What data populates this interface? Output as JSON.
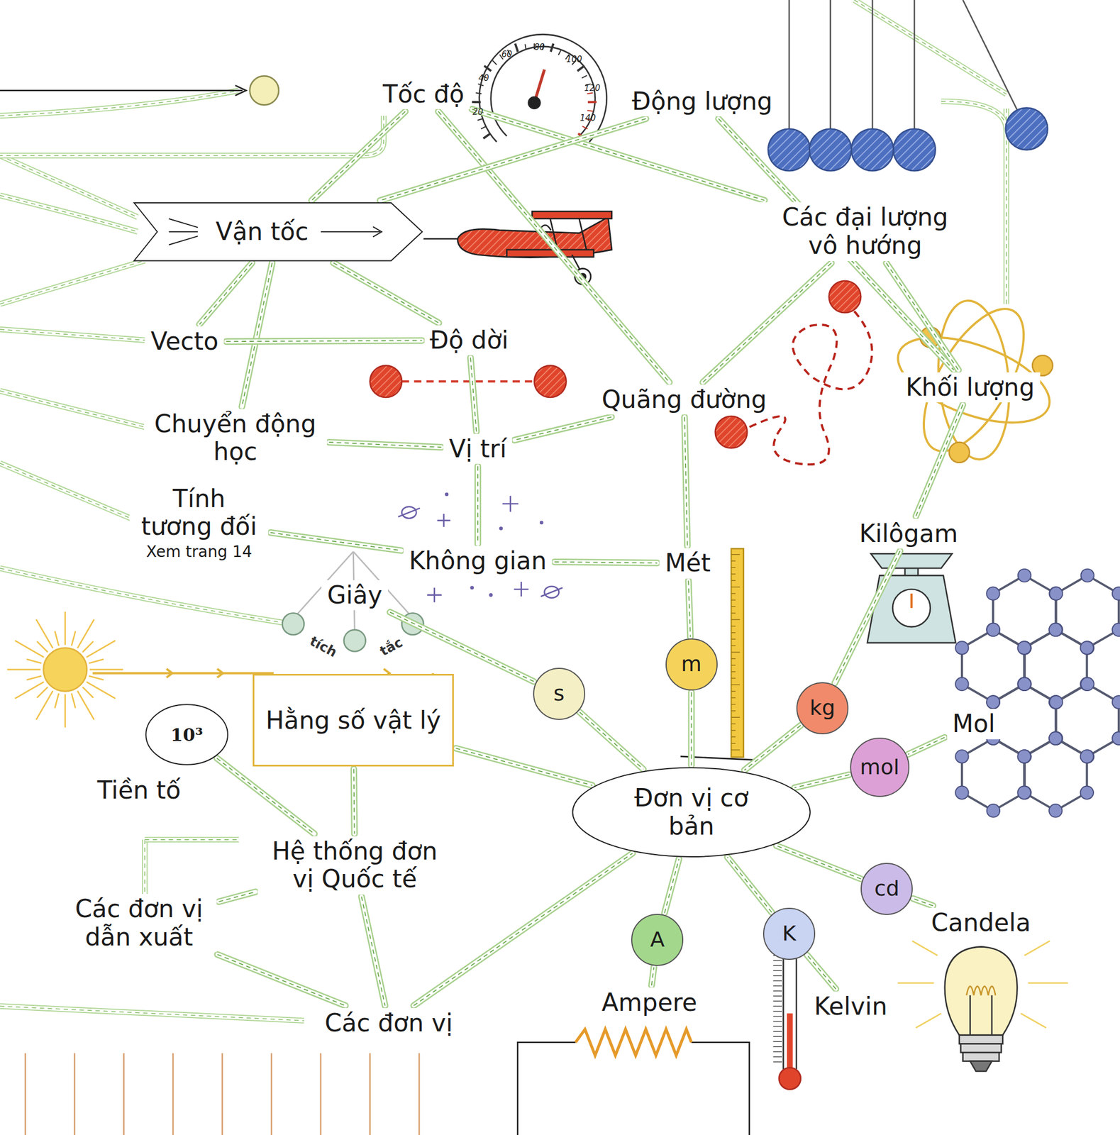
{
  "diagram": {
    "nodes": [
      {
        "text": [
          "Tốc độ"
        ]
      },
      {
        "text": [
          "Động lượng"
        ]
      },
      {
        "text": [
          "Vận tốc"
        ]
      },
      {
        "text": [
          "Các đại lượng vô hướng"
        ]
      },
      {
        "text": [
          "Vecto"
        ]
      },
      {
        "text": [
          "Độ dời"
        ]
      },
      {
        "text": [
          "Quãng đường"
        ]
      },
      {
        "text": [
          "Khối lượng"
        ]
      },
      {
        "text": [
          "Chuyển động học"
        ]
      },
      {
        "text": [
          "Vị trí"
        ]
      },
      {
        "text": [
          "Tính tương đối",
          "Xem trang 14"
        ]
      },
      {
        "text": [
          "Không gian"
        ]
      },
      {
        "text": [
          "Mét"
        ]
      },
      {
        "text": [
          "Kilôgam"
        ]
      },
      {
        "text": [
          "Giây"
        ]
      },
      {
        "text": [
          "Hằng số vật lý"
        ]
      },
      {
        "text": [
          "Mol"
        ]
      },
      {
        "text": [
          "10³",
          "Tiền tố"
        ]
      },
      {
        "text": [
          "s"
        ]
      },
      {
        "text": [
          "m"
        ]
      },
      {
        "text": [
          "kg"
        ]
      },
      {
        "text": [
          "mol"
        ]
      },
      {
        "text": [
          "Đơn vị cơ bản"
        ]
      },
      {
        "text": [
          "Hệ thống đơn vị Quốc tế"
        ]
      },
      {
        "text": [
          "cd"
        ]
      },
      {
        "text": [
          "A"
        ]
      },
      {
        "text": [
          "K"
        ]
      },
      {
        "text": [
          "Các đơn vị dẫn xuất"
        ]
      },
      {
        "text": [
          "Candela"
        ]
      },
      {
        "text": [
          "Ampere"
        ]
      },
      {
        "text": [
          "Kelvin"
        ]
      },
      {
        "text": [
          "Các đơn vị"
        ]
      }
    ],
    "edges": [
      {
        "from": 0,
        "to": 2,
        "arrow": "none"
      },
      {
        "from": 0,
        "to": 6,
        "arrow": "none"
      },
      {
        "from": 0,
        "to": 3,
        "arrow": "none"
      },
      {
        "from": 1,
        "to": 2,
        "arrow": "none"
      },
      {
        "from": 1,
        "to": 7,
        "arrow": "none"
      },
      {
        "from": 2,
        "to": 4,
        "arrow": "none"
      },
      {
        "from": 2,
        "to": 5,
        "arrow": "none"
      },
      {
        "from": 2,
        "to": 8,
        "arrow": "none"
      },
      {
        "from": 4,
        "to": 5,
        "arrow": "none"
      },
      {
        "from": 3,
        "to": 6,
        "arrow": "none"
      },
      {
        "from": 3,
        "to": 7,
        "arrow": "none"
      },
      {
        "from": 5,
        "to": 9,
        "arrow": "none"
      },
      {
        "from": 6,
        "to": 9,
        "arrow": "none"
      },
      {
        "from": 6,
        "to": 12,
        "arrow": "none"
      },
      {
        "from": 8,
        "to": 9,
        "arrow": "none"
      },
      {
        "from": 9,
        "to": 11,
        "arrow": "none"
      },
      {
        "from": 10,
        "to": 11,
        "arrow": "none"
      },
      {
        "from": 11,
        "to": 12,
        "arrow": "none"
      },
      {
        "from": 7,
        "to": 13,
        "arrow": "none"
      },
      {
        "from": 14,
        "to": 18,
        "arrow": "none"
      },
      {
        "from": 12,
        "to": 19,
        "arrow": "none"
      },
      {
        "from": 13,
        "to": 20,
        "arrow": "none"
      },
      {
        "from": 16,
        "to": 21,
        "arrow": "none"
      },
      {
        "from": 28,
        "to": 24,
        "arrow": "none"
      },
      {
        "from": 29,
        "to": 25,
        "arrow": "none"
      },
      {
        "from": 30,
        "to": 26,
        "arrow": "none"
      },
      {
        "from": 18,
        "to": 22,
        "arrow": "none"
      },
      {
        "from": 19,
        "to": 22,
        "arrow": "none"
      },
      {
        "from": 20,
        "to": 22,
        "arrow": "none"
      },
      {
        "from": 21,
        "to": 22,
        "arrow": "none"
      },
      {
        "from": 24,
        "to": 22,
        "arrow": "none"
      },
      {
        "from": 25,
        "to": 22,
        "arrow": "none"
      },
      {
        "from": 26,
        "to": 22,
        "arrow": "none"
      },
      {
        "from": 15,
        "to": 22,
        "arrow": "none"
      },
      {
        "from": 15,
        "to": 23,
        "arrow": "none"
      },
      {
        "from": 17,
        "to": 23,
        "arrow": "none"
      },
      {
        "from": 27,
        "to": 23,
        "arrow": "none"
      },
      {
        "from": 27,
        "to": 31,
        "arrow": "none"
      },
      {
        "from": 23,
        "to": 31,
        "arrow": "none"
      },
      {
        "from": 31,
        "to": 22,
        "arrow": "none"
      }
    ],
    "labels": [
      "20",
      "40",
      "60",
      "80",
      "100",
      "120",
      "140",
      "tích",
      "tắc"
    ]
  }
}
